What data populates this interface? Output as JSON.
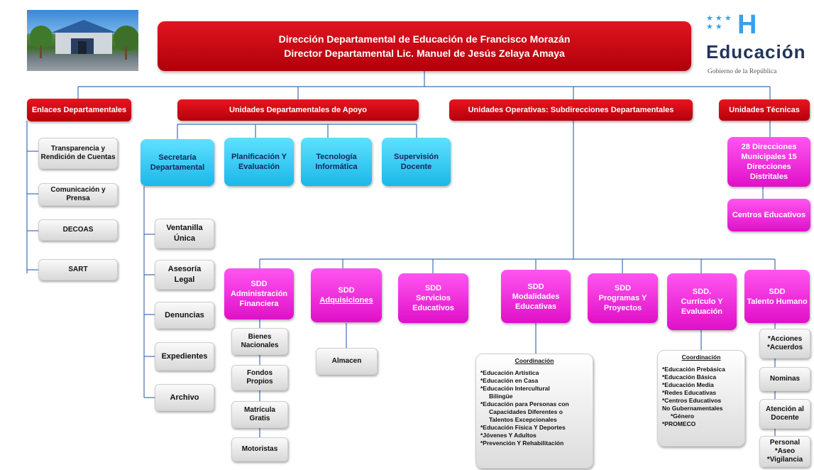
{
  "header": {
    "line1": "Dirección Departamental de Educación de Francisco Morazán",
    "line2": "Director Departamental Lic. Manuel de Jesús  Zelaya Amaya"
  },
  "logo": {
    "letter": "H",
    "word": "Educación",
    "sub": "Gobierno de la República",
    "stars": "★ ★ ★\n★ ★"
  },
  "categories": {
    "enlaces": "Enlaces Departamentales",
    "apoyo": "Unidades  Departamentales de Apoyo",
    "operativas": "Unidades Operativas: Subdirecciones Departamentales",
    "tecnicas": "Unidades Técnicas"
  },
  "enlaces_items": [
    "Transparencia y Rendición de Cuentas",
    "Comunicación  y Prensa",
    "DECOAS",
    "SART"
  ],
  "apoyo_units": [
    "Secretaría Departamental",
    "Planificación Y Evaluación",
    "Tecnología Informática",
    "Supervisión Docente"
  ],
  "secretaria_items": [
    "Ventanilla Única",
    "Asesoría Legal",
    "Denuncias",
    "Expedientes",
    "Archivo"
  ],
  "tecnicas_units": [
    "28 Direcciones Municipales 15 Direcciones Distritales",
    "Centros Educativos"
  ],
  "sdd": [
    {
      "line1": "SDD",
      "line2": "Administración Financiera"
    },
    {
      "line1": "SDD",
      "line2": "Adquisiciones"
    },
    {
      "line1": "SDD",
      "line2": "Servicios Educativos"
    },
    {
      "line1": "SDD",
      "line2": "Modalidades Educativas"
    },
    {
      "line1": "SDD",
      "line2": "Programas Y Proyectos"
    },
    {
      "line1": "SDD.",
      "line2": "Currículo Y Evaluación"
    },
    {
      "line1": "SDD",
      "line2": "Talento Humano"
    }
  ],
  "admin_items": [
    "Bienes Nacionales",
    "Fondos Propios",
    "Matrícula Gratis",
    "Motoristas"
  ],
  "adquisiciones_items": [
    "Almacen"
  ],
  "modalidades_list": {
    "title": "Coordinación",
    "items": [
      "*Educación Artística",
      "*Educación  en Casa",
      "*Educación  Intercultural",
      "  Bilingüe",
      "*Educación  para Personas con",
      "  Capacidades Diferentes o",
      "  Talentos  Excepcionales",
      "*Educación Física  Y Deportes",
      "*Jóvenes Y Adultos",
      "*Prevención Y Rehabilitación"
    ]
  },
  "curriculo_list": {
    "title": "Coordinación",
    "items": [
      "*Educación Prebásica",
      "*Educación Básica",
      "*Educación Media",
      "*Redes Educativas",
      "*Centros Educativos",
      "No Gubernamentales",
      "  *Género",
      "*PROMECO"
    ]
  },
  "talento_items": [
    "*Acciones *Acuerdos",
    "Nominas",
    "Atención al Docente",
    "Personal *Aseo *Vigilancia"
  ]
}
